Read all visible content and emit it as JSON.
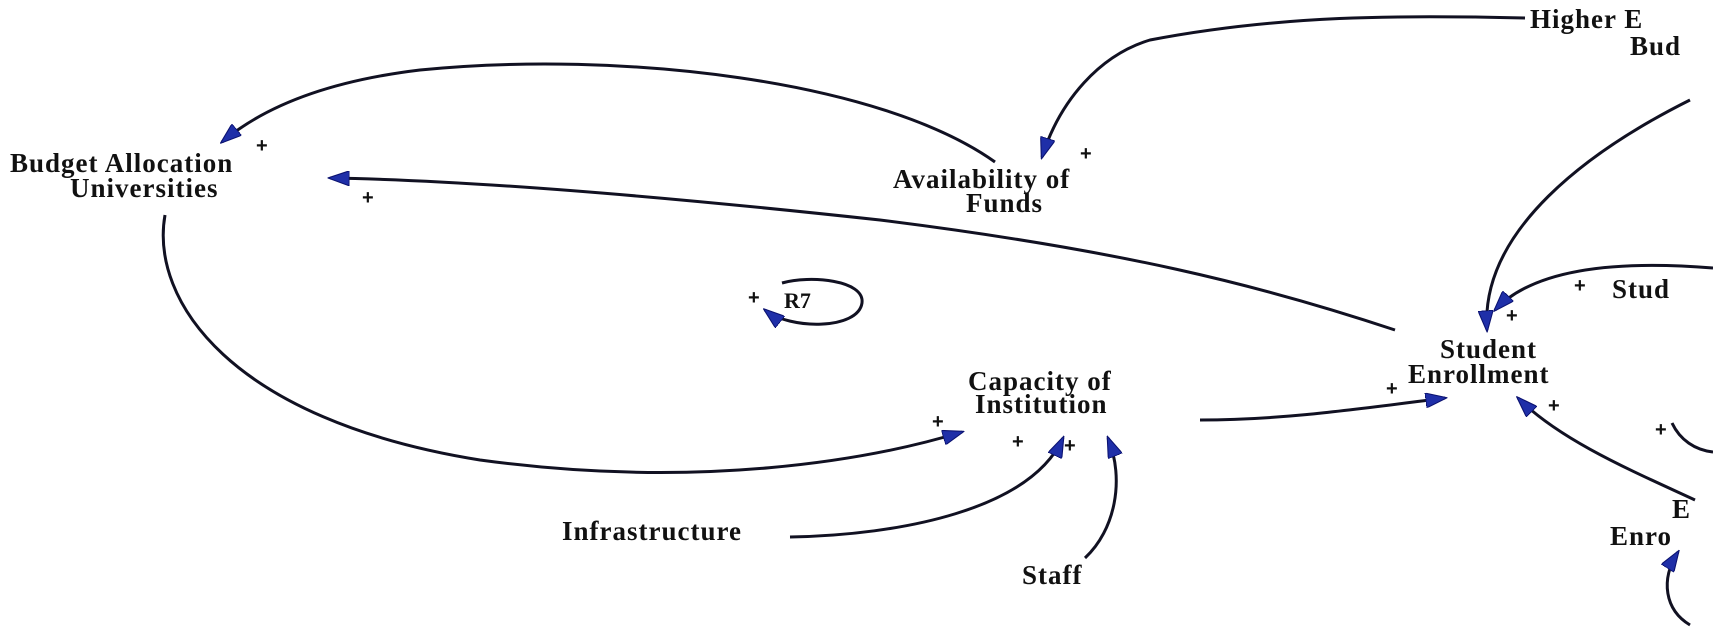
{
  "nodes": {
    "budget_allocation": {
      "line1": "Budget Allocation",
      "line2": "Universities"
    },
    "availability_of_funds": {
      "line1": "Availability of",
      "line2": "Funds"
    },
    "higher_ed_budget": {
      "line1": "Higher E",
      "line2": "Bud"
    },
    "capacity_of_institution": {
      "line1": "Capacity of",
      "line2": "Institution"
    },
    "student_enrollment": {
      "line1": "Student",
      "line2": "Enrollment"
    },
    "infrastructure": {
      "label": "Infrastructure"
    },
    "staff": {
      "label": "Staff"
    },
    "stud_partial": {
      "label": "Stud"
    },
    "right_lower_partial": {
      "line1": "E",
      "line2": "Enro"
    }
  },
  "loops": {
    "r7": {
      "label": "R7",
      "polarity": "+"
    },
    "right_partial": {
      "polarity": "+"
    }
  },
  "polarities": {
    "avail_to_budget": "+",
    "enroll_to_budget": "+",
    "higher_to_avail": "+",
    "budget_to_capacity": "+",
    "infra_to_capacity": "+",
    "staff_to_capacity": "+",
    "capacity_to_enroll": "+",
    "top_to_enroll": "+",
    "stud_to_enroll": "+",
    "lower_to_enroll": "+"
  },
  "colors": {
    "arrowhead": "#1f2fa8",
    "line": "#111122",
    "text": "#111111",
    "background": "#ffffff"
  }
}
